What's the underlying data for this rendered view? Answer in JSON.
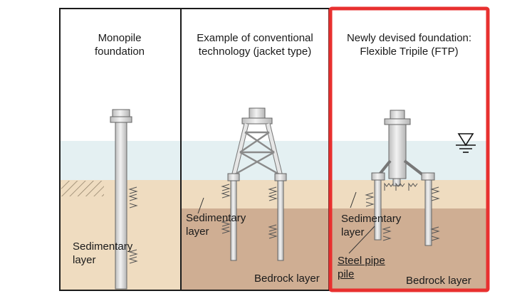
{
  "panels": [
    {
      "title_lines": [
        "Monopile",
        "foundation"
      ],
      "labels": {
        "sediment_lines": [
          "Sedimentary",
          "layer"
        ]
      }
    },
    {
      "title_lines": [
        "Example of conventional",
        "technology (jacket type)"
      ],
      "labels": {
        "sediment_lines": [
          "Sedimentary",
          "layer"
        ],
        "bedrock": "Bedrock layer"
      }
    },
    {
      "title_lines": [
        "Newly devised foundation:",
        "Flexible Tripile (FTP)"
      ],
      "labels": {
        "sediment_lines": [
          "Sedimentary",
          "layer"
        ],
        "steel_lines": [
          "Steel pipe",
          "pile"
        ],
        "bedrock": "Bedrock layer"
      }
    }
  ],
  "colors": {
    "water": "#e4f0f2",
    "sediment": "#efdcc0",
    "bedrock": "#cfae93",
    "pile": "#d8d8d8",
    "highlight": "#e8302f"
  },
  "icons": [
    "water-level-symbol"
  ]
}
